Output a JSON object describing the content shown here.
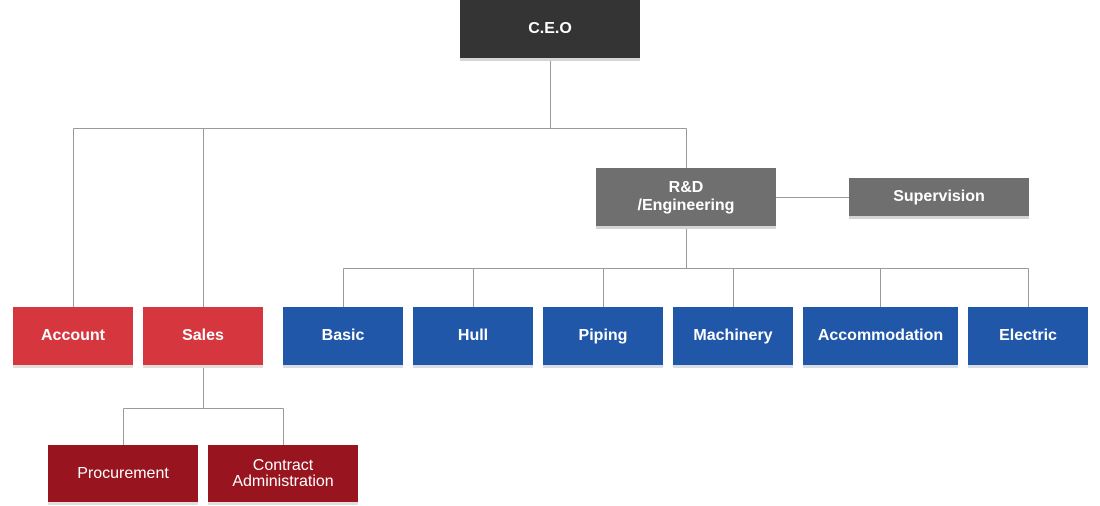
{
  "org": {
    "ceo": "C.E.O",
    "rnd": "R&D\n/Engineering",
    "supervision": "Supervision",
    "account": "Account",
    "sales": "Sales",
    "basic": "Basic",
    "hull": "Hull",
    "piping": "Piping",
    "machinery": "Machinery",
    "accommodation": "Accommodation",
    "electric": "Electric",
    "procurement": "Procurement",
    "contract": "Contract\nAdministration"
  },
  "colors": {
    "ceo": "#343434",
    "department_gray": "#6f6f6f",
    "department_red": "#d6363e",
    "sub_department_red": "#98141e",
    "team_blue": "#2057a8",
    "connector": "#9a9a9a"
  }
}
